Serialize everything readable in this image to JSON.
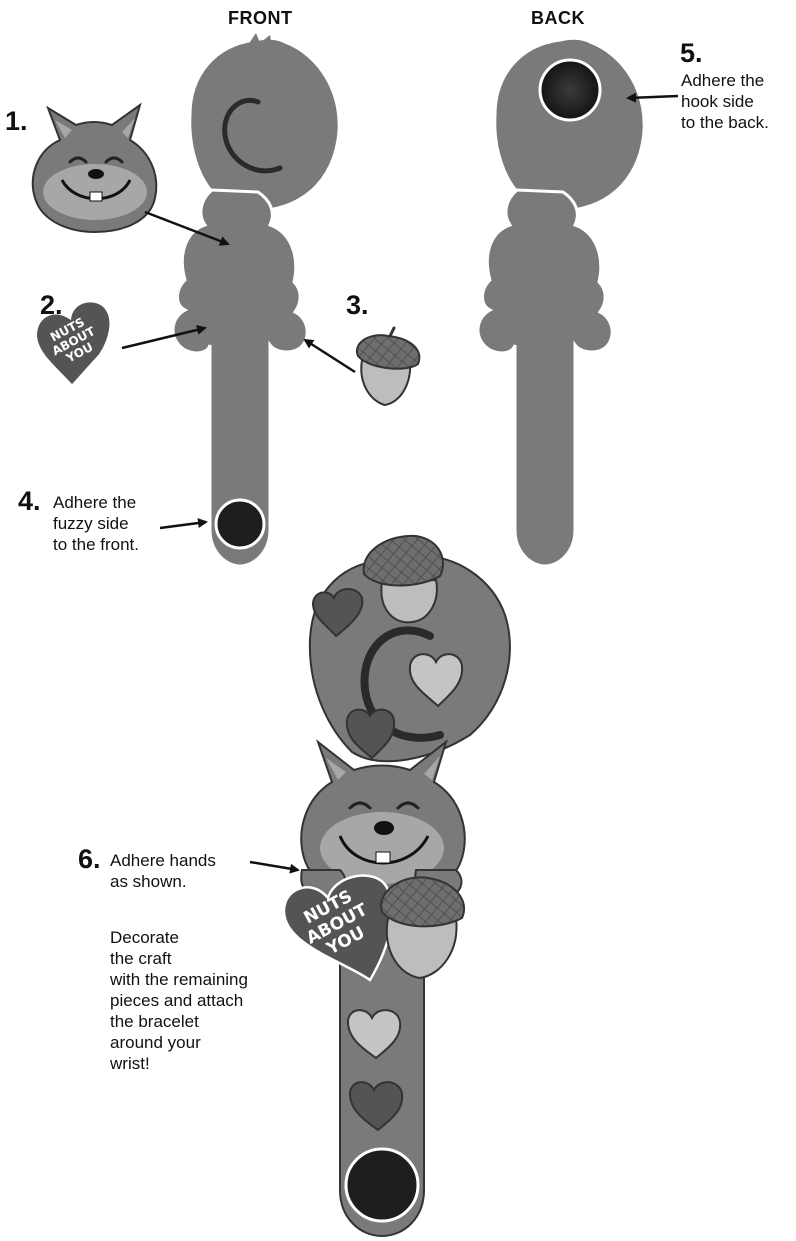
{
  "headers": {
    "front": "FRONT",
    "back": "BACK"
  },
  "steps": [
    {
      "number": "1."
    },
    {
      "number": "2.",
      "heart_text": [
        "NUTS",
        "ABOUT",
        "YOU"
      ]
    },
    {
      "number": "3."
    },
    {
      "number": "4.",
      "text": "Adhere the\nfuzzy side\nto the front."
    },
    {
      "number": "5.",
      "text": "Adhere the\nhook side\nto the back."
    },
    {
      "number": "6.",
      "text": "Adhere hands\nas shown.",
      "text2": "Decorate\nthe craft\nwith the remaining\npieces and attach\nthe bracelet\naround your\nwrist!",
      "heart_text": [
        "NUTS",
        "ABOUT",
        "YOU"
      ]
    }
  ],
  "colors": {
    "body": "#7a7a7c",
    "face_light": "#a7a7a9",
    "dark": "#545456",
    "acorn_cap": "#727274",
    "acorn_nut": "#bdbdbf",
    "velcro": "#1e1e1e",
    "heart_light": "#c4c4c6"
  }
}
